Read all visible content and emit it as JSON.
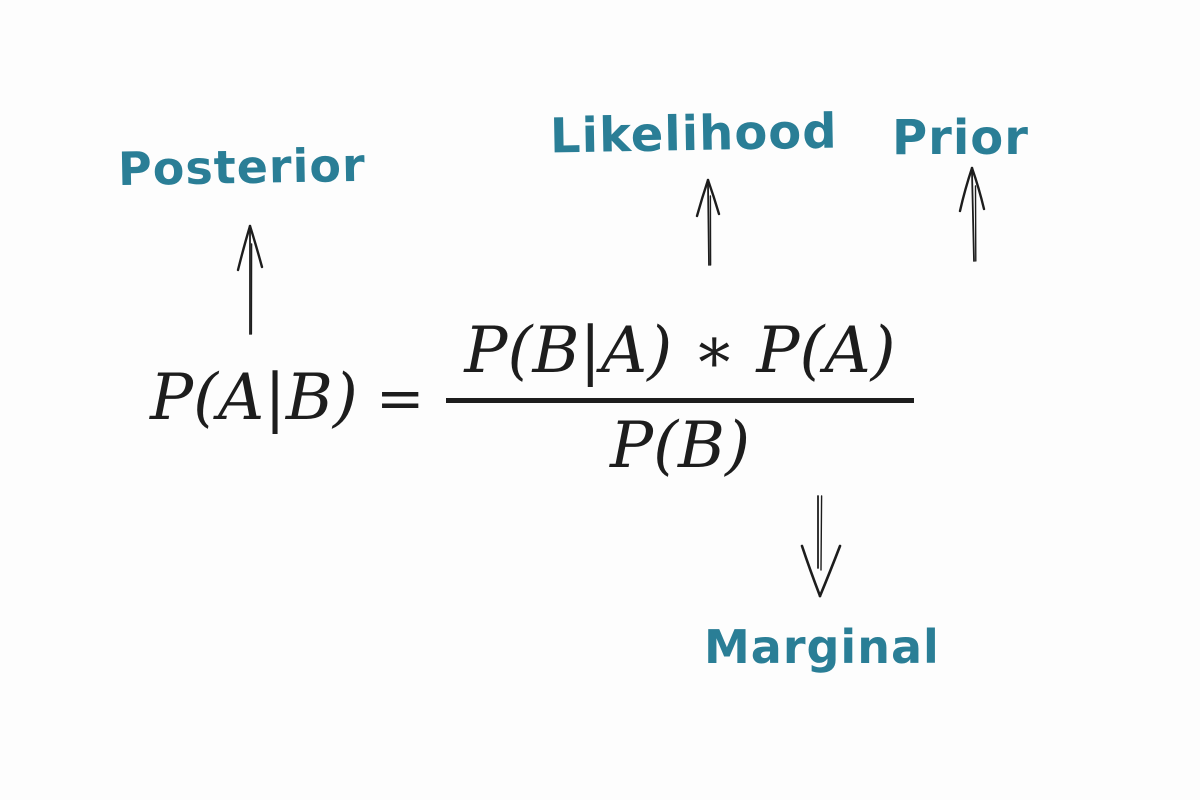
{
  "figure": {
    "colors": {
      "accent": "#2a7e96",
      "ink": "#1d1d1d",
      "background": "#fdfdfd"
    },
    "labels": {
      "posterior": "Posterior",
      "likelihood": "Likelihood",
      "prior": "Prior",
      "marginal": "Marginal"
    },
    "equation": {
      "lhs": "P(A|B)",
      "equals": "=",
      "numerator": "P(B|A) ∗ P(A)",
      "denominator": "P(B)"
    },
    "arrows": [
      {
        "name": "posterior-arrow",
        "direction": "up",
        "connects": "P(A|B) → Posterior"
      },
      {
        "name": "likelihood-arrow",
        "direction": "up",
        "connects": "P(B|A) → Likelihood"
      },
      {
        "name": "prior-arrow",
        "direction": "up",
        "connects": "P(A) → Prior"
      },
      {
        "name": "marginal-arrow",
        "direction": "down",
        "connects": "P(B) → Marginal"
      }
    ]
  }
}
